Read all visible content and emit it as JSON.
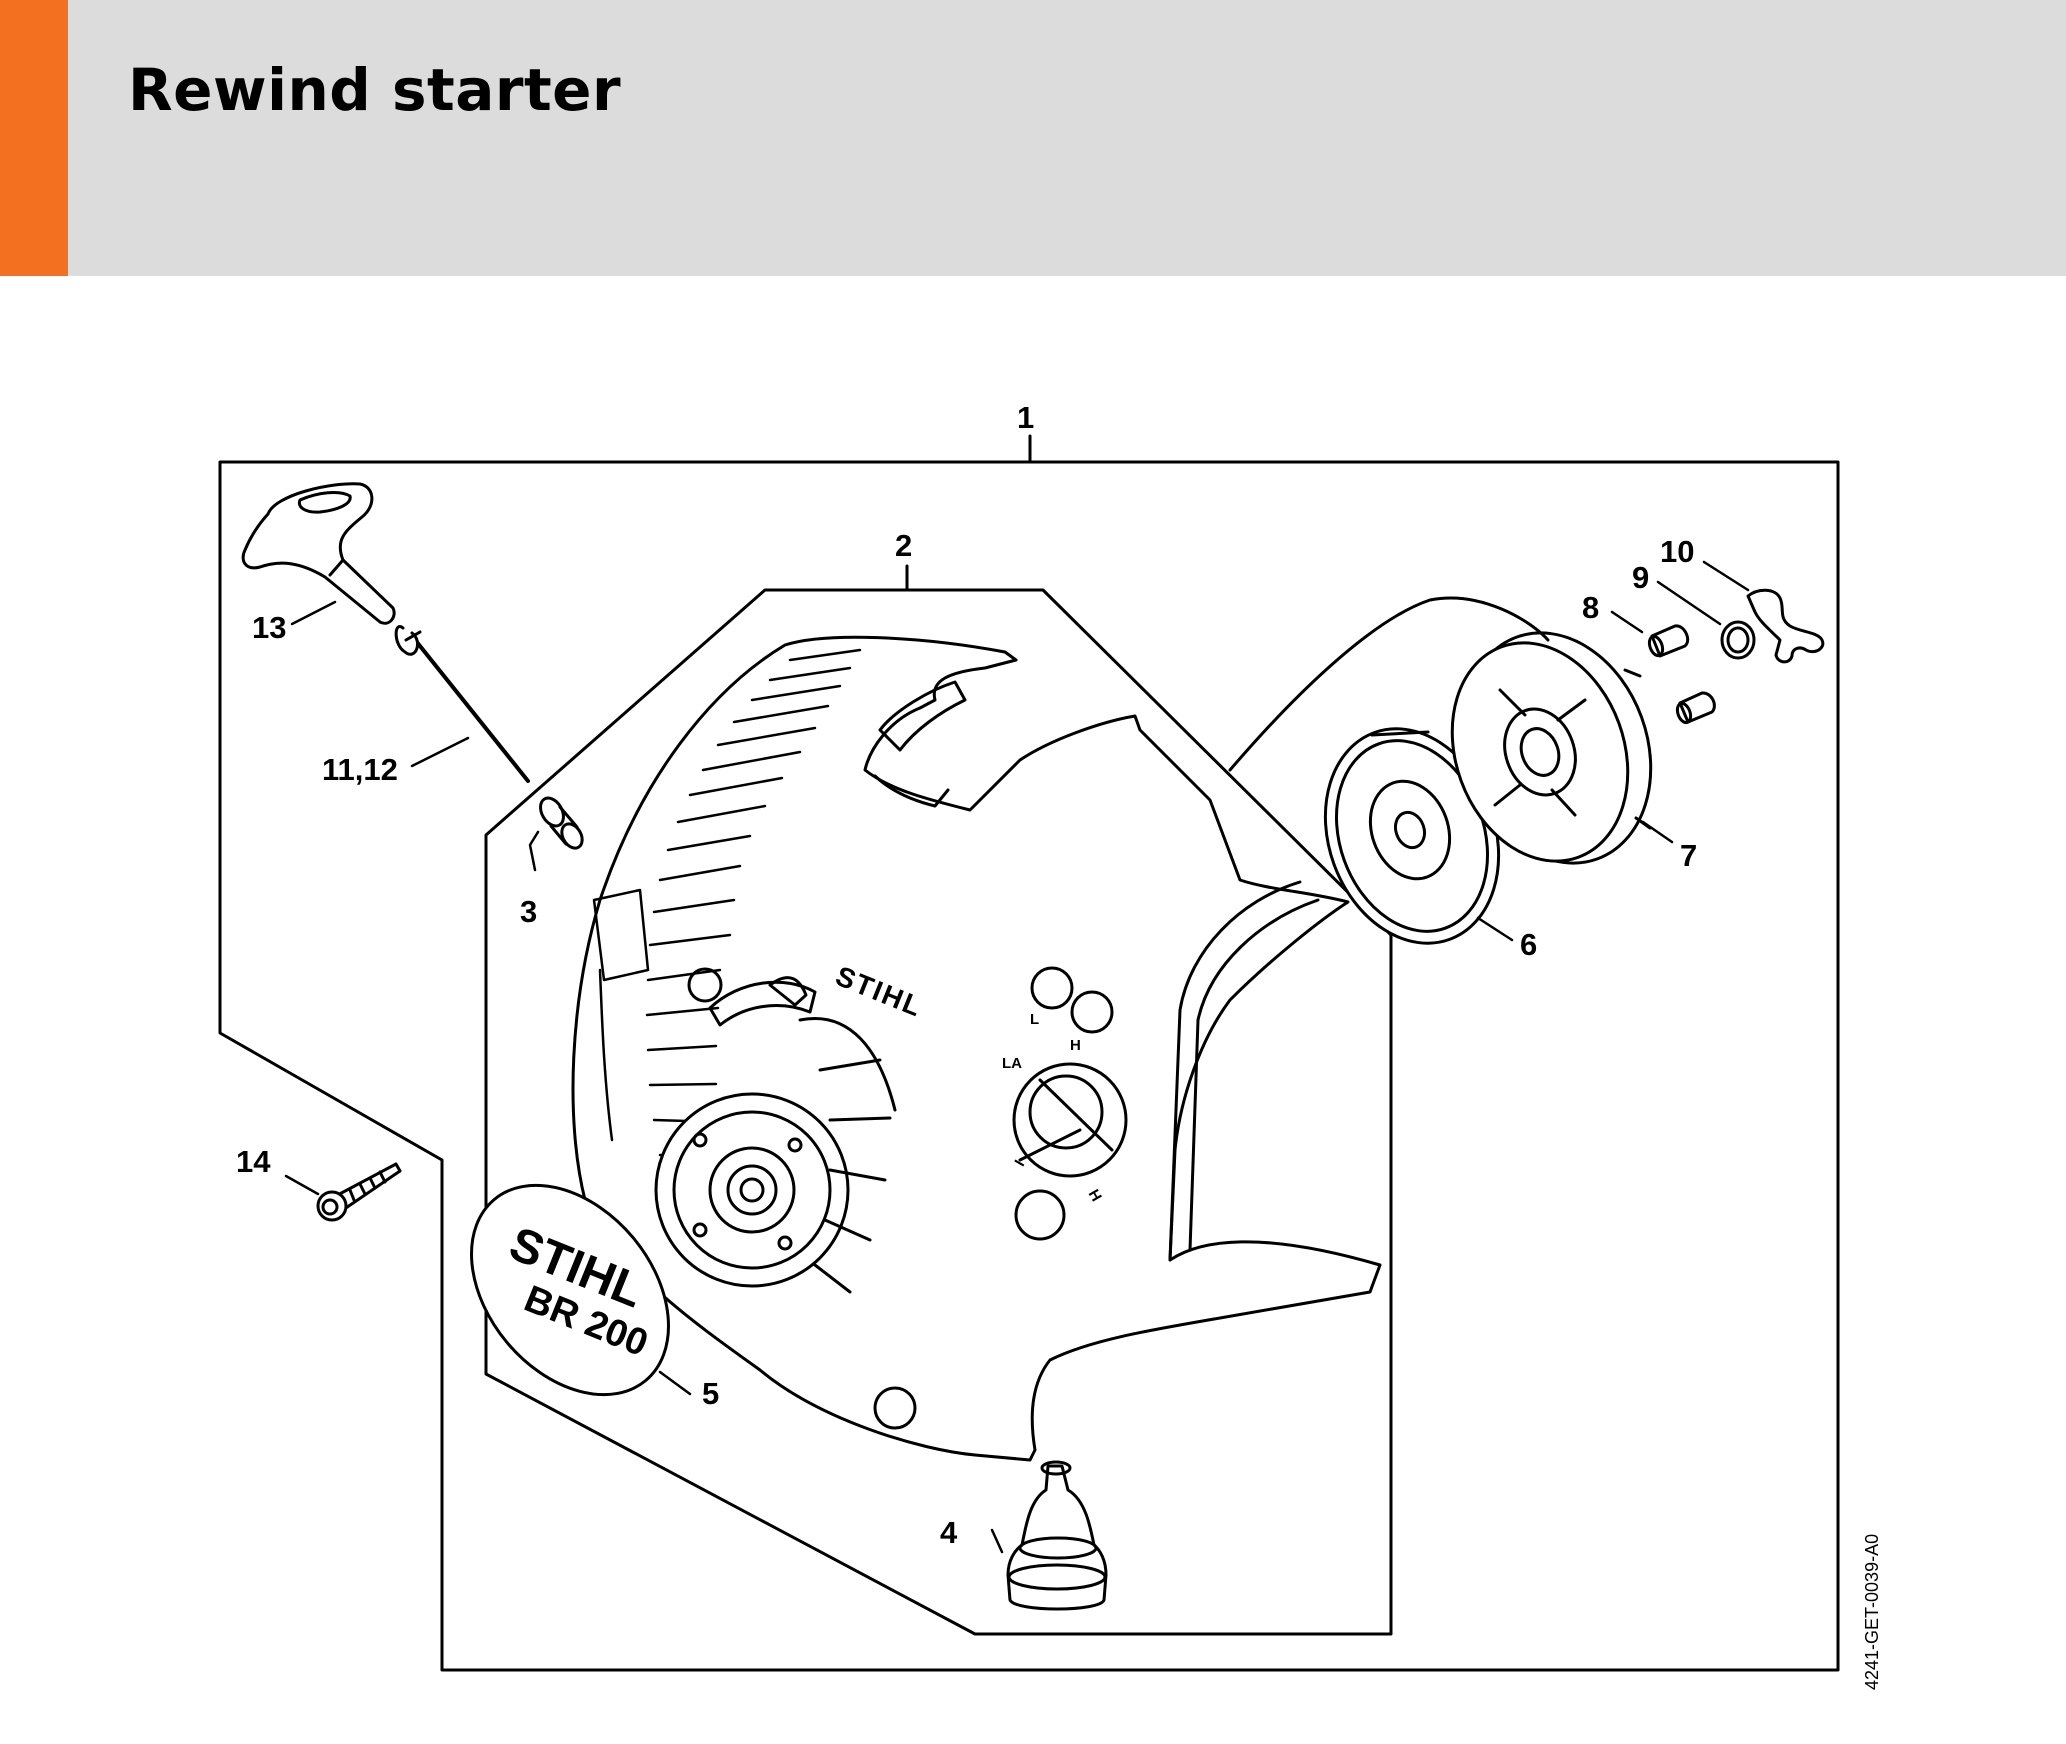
{
  "title": "Rewind starter",
  "colors": {
    "accent": "#f37021",
    "header_bg": "#dcdcdc",
    "line": "#000000"
  },
  "labels": {
    "p1": "1",
    "p2": "2",
    "p3": "3",
    "p4": "4",
    "p5": "5",
    "p6": "6",
    "p7": "7",
    "p8": "8",
    "p9": "9",
    "p10": "10",
    "p11_12": "11,12",
    "p13": "13",
    "p14": "14"
  },
  "artwork": {
    "brand_small": "STIHL",
    "brand_large": "STIHL",
    "model": "BR 200",
    "knob_L": "L",
    "knob_H": "H",
    "knob_LA": "LA",
    "knob_I": "I",
    "knob_H2": "H"
  },
  "reference_code": "4241-GET-0039-A0"
}
